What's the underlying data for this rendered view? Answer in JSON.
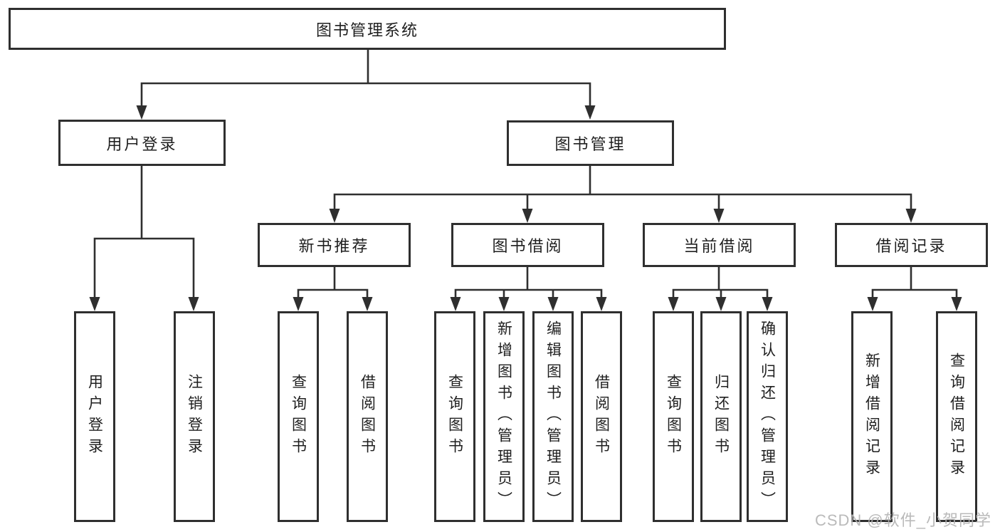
{
  "diagram": {
    "title": "图书管理系统",
    "root": {
      "label": "图书管理系统"
    },
    "level1": [
      {
        "label": "用户登录"
      },
      {
        "label": "图书管理"
      }
    ],
    "level2": [
      {
        "label": "新书推荐",
        "parent": "图书管理"
      },
      {
        "label": "图书借阅",
        "parent": "图书管理"
      },
      {
        "label": "当前借阅",
        "parent": "图书管理"
      },
      {
        "label": "借阅记录",
        "parent": "图书管理"
      }
    ],
    "leaves": [
      {
        "label": "用户登录",
        "parent": "用户登录"
      },
      {
        "label": "注销登录",
        "parent": "用户登录"
      },
      {
        "label": "查询图书",
        "parent": "新书推荐"
      },
      {
        "label": "借阅图书",
        "parent": "新书推荐"
      },
      {
        "label": "查询图书",
        "parent": "图书借阅"
      },
      {
        "label": "新增图书（管理员）",
        "parent": "图书借阅"
      },
      {
        "label": "编辑图书（管理员）",
        "parent": "图书借阅"
      },
      {
        "label": "借阅图书",
        "parent": "图书借阅"
      },
      {
        "label": "查询图书",
        "parent": "当前借阅"
      },
      {
        "label": "归还图书",
        "parent": "当前借阅"
      },
      {
        "label": "确认归还（管理员）",
        "parent": "当前借阅"
      },
      {
        "label": "新增借阅记录",
        "parent": "借阅记录"
      },
      {
        "label": "查询借阅记录",
        "parent": "借阅记录"
      }
    ]
  },
  "watermark": {
    "text": "CSDN @软件_小贺同学"
  },
  "colors": {
    "line": "#2f2f2f",
    "text": "#1f1f1f",
    "background": "#ffffff",
    "watermark": "#b2b2b2"
  }
}
